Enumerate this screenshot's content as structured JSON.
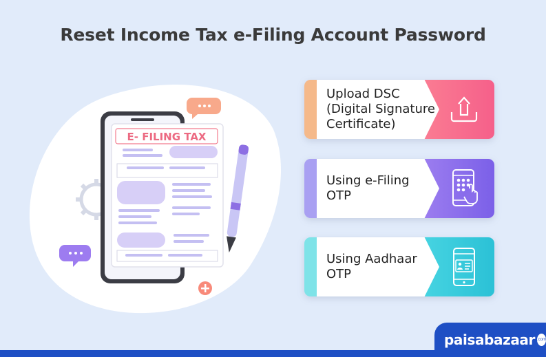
{
  "title": "Reset Income Tax e-Filing Account Password",
  "illustration": {
    "document_heading": "E- FILING  TAX"
  },
  "options": [
    {
      "label_lines": [
        "Upload DSC",
        "(Digital Signature",
        "Certificate)"
      ],
      "icon": "upload-icon",
      "accent": "#f5b98a",
      "color": "#f5608a"
    },
    {
      "label_lines": [
        "Using e-Filing",
        "OTP"
      ],
      "icon": "phone-keypad-icon",
      "accent": "#a9a0f2",
      "color": "#7b60e8"
    },
    {
      "label_lines": [
        "Using Aadhaar",
        "OTP"
      ],
      "icon": "phone-id-card-icon",
      "accent": "#7ee3e8",
      "color": "#2bc1d6"
    }
  ],
  "brand": {
    "name": "paisabazaar",
    "suffix": ".com"
  }
}
